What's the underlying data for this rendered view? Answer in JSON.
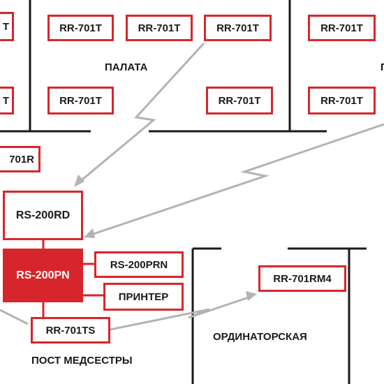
{
  "colors": {
    "accent": "#d7262b",
    "walls": "#1a1a1a",
    "links": "#b3b3b3"
  },
  "rooms": {
    "ward": "ПАЛАТА",
    "right_ward_partial": "П",
    "nurse_station": "ПОСТ МЕДСЕСТРЫ",
    "doctors_room": "ОРДИНАТОРСКАЯ"
  },
  "devices": {
    "ward_top_1": "RR-701T",
    "ward_top_2": "RR-701T",
    "ward_top_3": "RR-701T",
    "ward_bottom_1": "RR-701T",
    "ward_bottom_2": "RR-701T",
    "right_top": "RR-701T",
    "right_bottom": "RR-701T",
    "left_top_partial": "T",
    "left_bottom_partial": "T",
    "corridor_left": "701R",
    "rs200rd": "RS-200RD",
    "rs200pn": "RS-200PN",
    "rs200prn": "RS-200PRN",
    "printer": "ПРИНТЕР",
    "rr701ts": "RR-701TS",
    "rr701rm4": "RR-701RM4"
  }
}
